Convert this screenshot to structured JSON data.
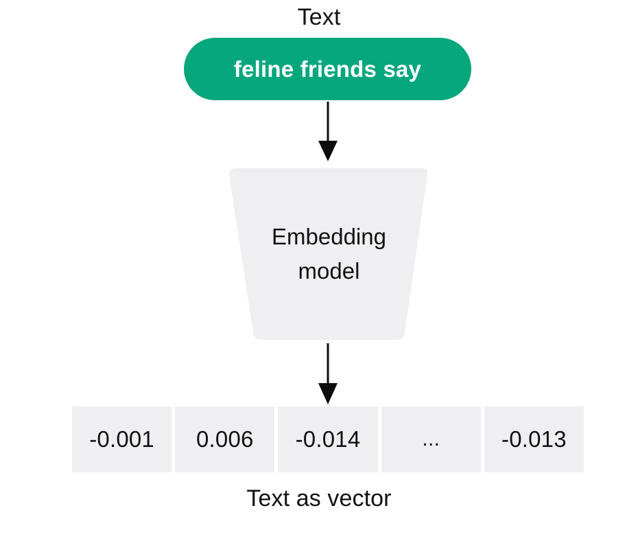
{
  "diagram": {
    "title_top": "Text",
    "caption_bottom": "Text as vector",
    "input_chip": {
      "label": "feline friends say",
      "color": "#06a77d",
      "text_color": "#ffffff"
    },
    "processor": {
      "label_line1": "Embedding",
      "label_line2": "model",
      "shape": "trapezoid",
      "fill": "#efeff1"
    },
    "arrows": [
      {
        "name": "chip-to-model",
        "direction": "down",
        "color": "#0d0d0d"
      },
      {
        "name": "model-to-vector",
        "direction": "down",
        "color": "#0d0d0d"
      }
    ],
    "vector": {
      "cell_fill": "#efeff1",
      "cells": [
        {
          "value": "-0.001"
        },
        {
          "value": "0.006"
        },
        {
          "value": "-0.014"
        },
        {
          "value": "..."
        },
        {
          "value": "-0.013"
        }
      ]
    }
  }
}
